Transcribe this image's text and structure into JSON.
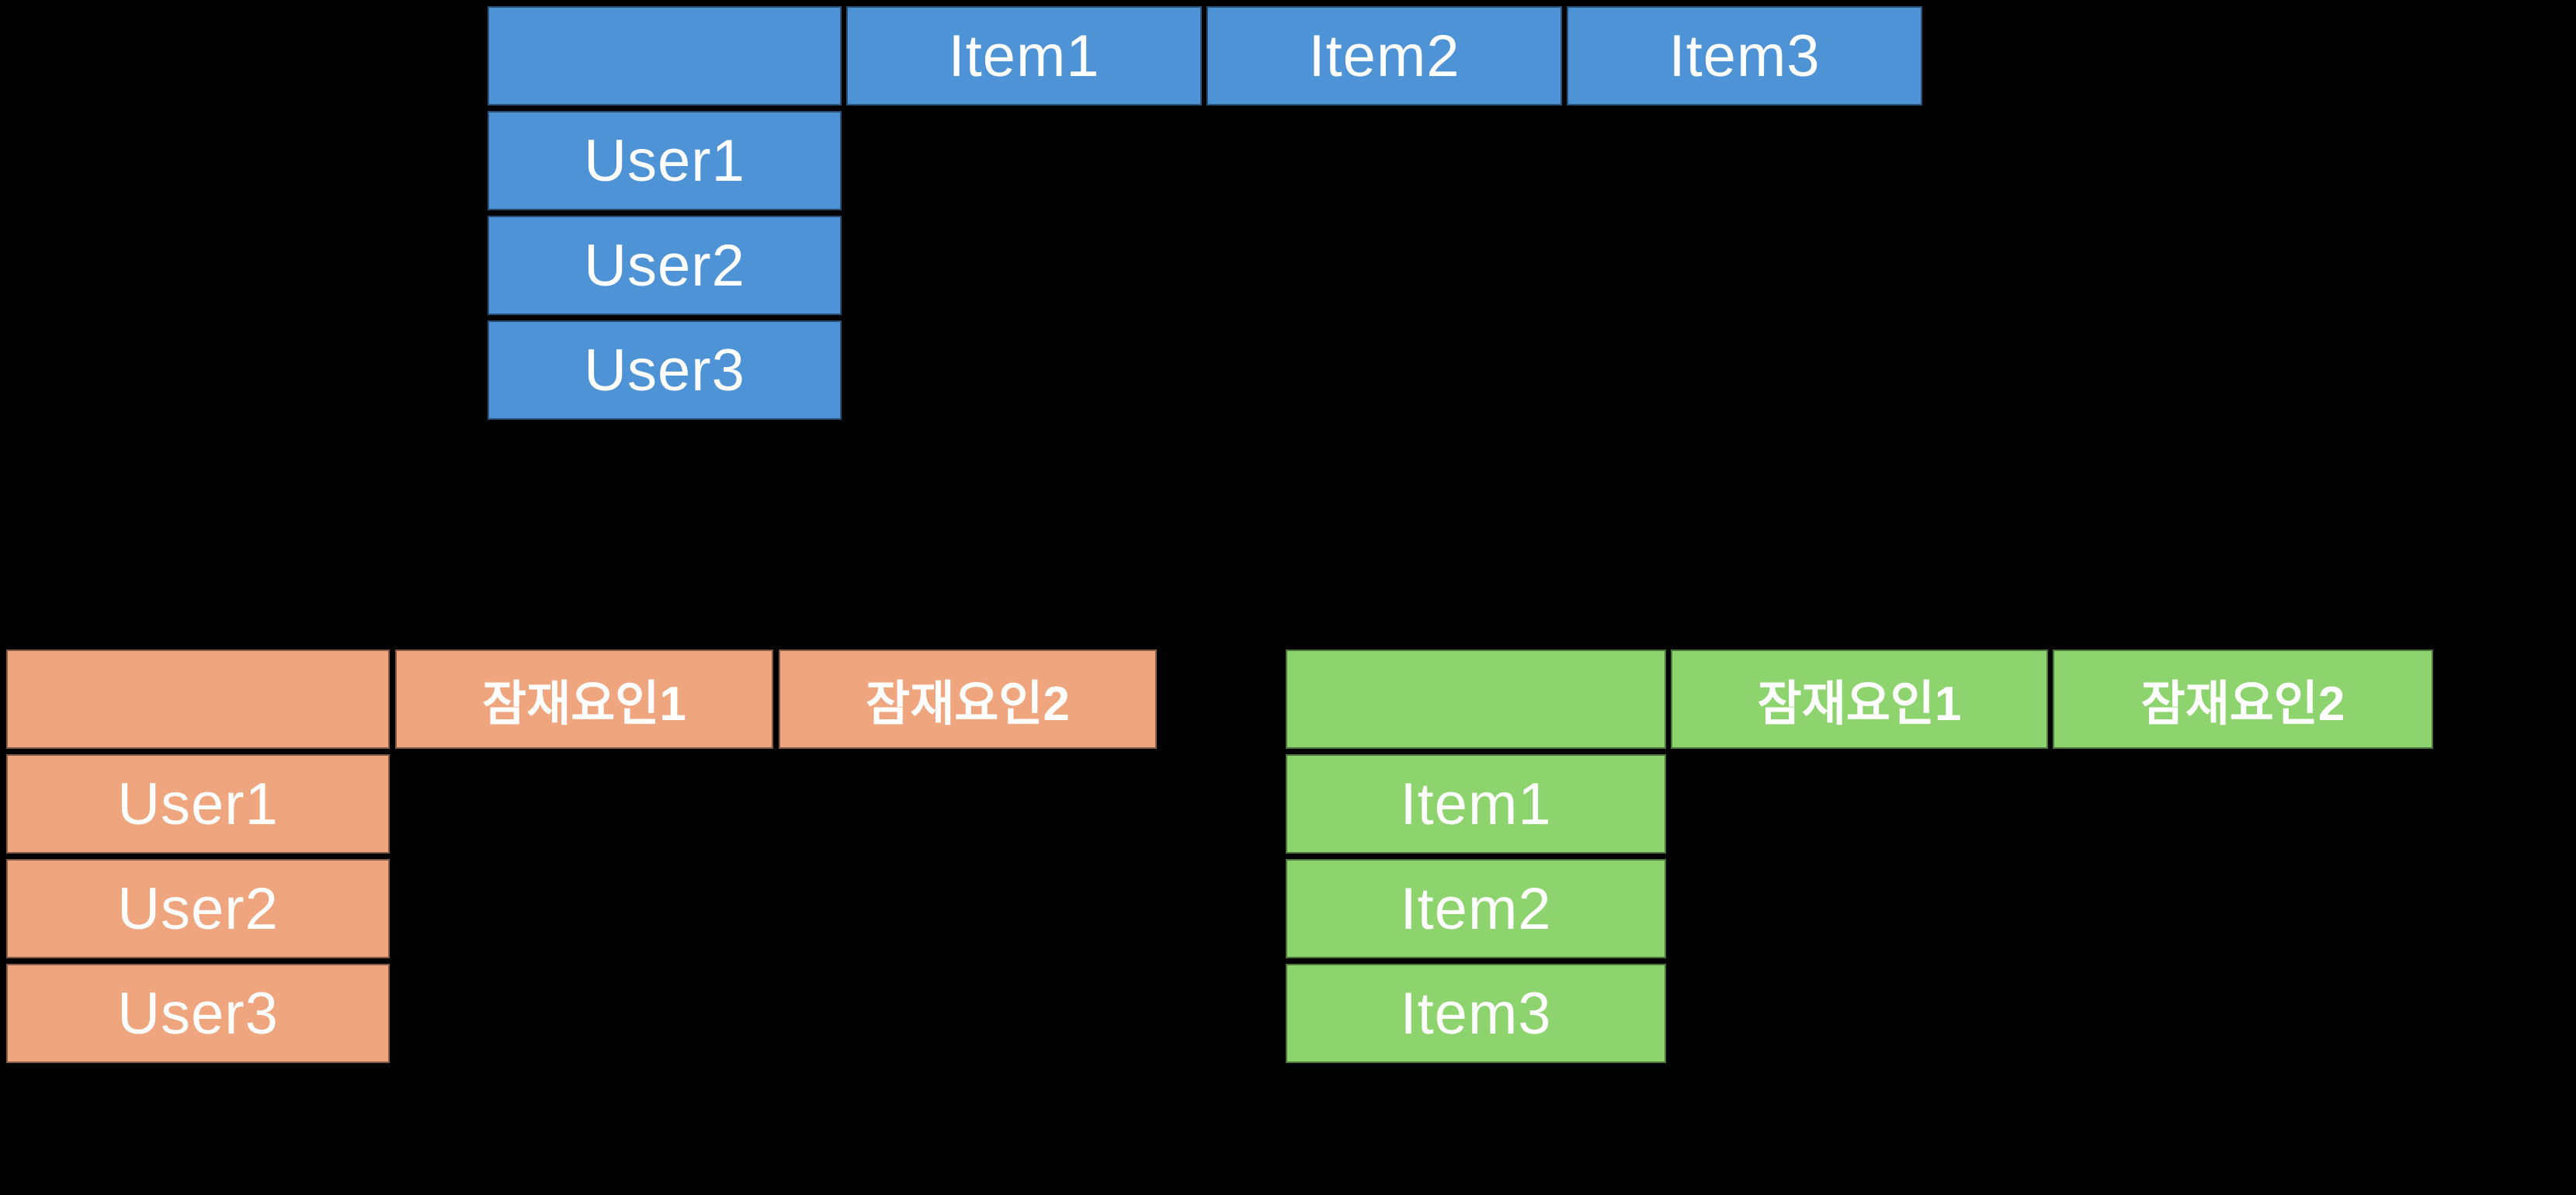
{
  "page": {
    "background": "#000000"
  },
  "tables": {
    "ratings": {
      "fill": "#4E93D6",
      "corner": "",
      "columns": [
        "Item1",
        "Item2",
        "Item3"
      ],
      "rows": [
        "User1",
        "User2",
        "User3"
      ],
      "cells": [
        [
          "",
          "",
          ""
        ],
        [
          "",
          "",
          ""
        ],
        [
          "",
          "",
          ""
        ]
      ]
    },
    "user_factors": {
      "fill": "#EFA57E",
      "corner": "",
      "columns": [
        "잠재요인1",
        "잠재요인2"
      ],
      "rows": [
        "User1",
        "User2",
        "User3"
      ],
      "cells": [
        [
          "",
          ""
        ],
        [
          "",
          ""
        ],
        [
          "",
          ""
        ]
      ]
    },
    "item_factors": {
      "fill": "#8DD46E",
      "corner": "",
      "columns": [
        "잠재요인1",
        "잠재요인2"
      ],
      "rows": [
        "Item1",
        "Item2",
        "Item3"
      ],
      "cells": [
        [
          "",
          ""
        ],
        [
          "",
          ""
        ],
        [
          "",
          ""
        ]
      ]
    }
  }
}
